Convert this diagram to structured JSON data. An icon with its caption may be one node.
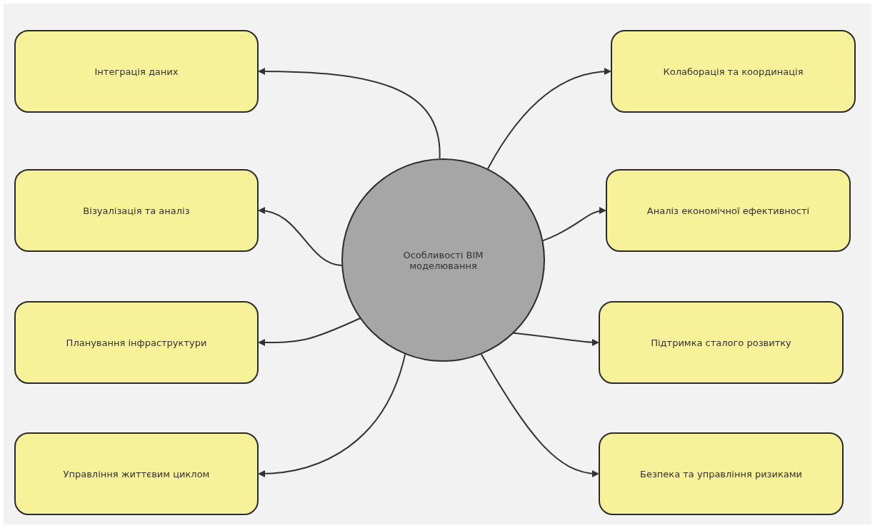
{
  "diagram": {
    "nodes": [
      {
        "text": [
          "Особливості BIM моделювання"
        ]
      },
      {
        "text": [
          "Інтеграція даних"
        ]
      },
      {
        "text": [
          "Колаборація та координація"
        ]
      },
      {
        "text": [
          "Візуалізація та аналіз"
        ]
      },
      {
        "text": [
          "Аналіз економічної ефективності"
        ]
      },
      {
        "text": [
          "Планування інфраструктури"
        ]
      },
      {
        "text": [
          "Підтримка сталого розвитку"
        ]
      },
      {
        "text": [
          "Управління життєвим циклом"
        ]
      },
      {
        "text": [
          "Безпека та управління ризиками"
        ]
      }
    ],
    "edges": [
      {
        "from": 0,
        "to": 1,
        "arrow": "to"
      },
      {
        "from": 0,
        "to": 2,
        "arrow": "to"
      },
      {
        "from": 0,
        "to": 3,
        "arrow": "to"
      },
      {
        "from": 0,
        "to": 4,
        "arrow": "to"
      },
      {
        "from": 0,
        "to": 5,
        "arrow": "to"
      },
      {
        "from": 0,
        "to": 6,
        "arrow": "to"
      },
      {
        "from": 0,
        "to": 7,
        "arrow": "to"
      },
      {
        "from": 0,
        "to": 8,
        "arrow": "to"
      }
    ]
  }
}
